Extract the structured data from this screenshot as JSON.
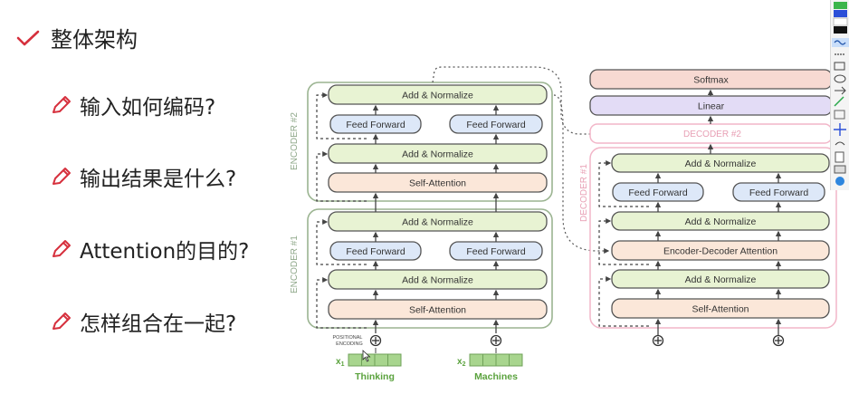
{
  "outline": {
    "title": "整体架构",
    "questions": [
      "输入如何编码?",
      "输出结果是什么?",
      "Attention的目的?",
      "怎样组合在一起?"
    ]
  },
  "encoder2": {
    "label": "ENCODER #2",
    "add_norm_top": "Add & Normalize",
    "ff_left": "Feed Forward",
    "ff_right": "Feed Forward",
    "add_norm_mid": "Add & Normalize",
    "self_attention": "Self-Attention"
  },
  "encoder1": {
    "label": "ENCODER #1",
    "add_norm_top": "Add & Normalize",
    "ff_left": "Feed Forward",
    "ff_right": "Feed Forward",
    "add_norm_mid": "Add & Normalize",
    "self_attention": "Self-Attention"
  },
  "inputs": {
    "positional_encoding": [
      "POSITIONAL",
      "ENCODING"
    ],
    "x1": "x",
    "x1_sub": "1",
    "x2": "x",
    "x2_sub": "2",
    "word1": "Thinking",
    "word2": "Machines"
  },
  "decoder": {
    "softmax": "Softmax",
    "linear": "Linear",
    "decoder2_label": "DECODER #2",
    "decoder1_label": "DECODER #1",
    "add_norm_top": "Add & Normalize",
    "ff_left": "Feed Forward",
    "ff_right": "Feed Forward",
    "add_norm_2": "Add & Normalize",
    "enc_dec_attention": "Encoder-Decoder Attention",
    "add_norm_1": "Add & Normalize",
    "self_attention": "Self-Attention"
  },
  "colors": {
    "encoder_border": "#9bb491",
    "decoder_border": "#f2b6c8",
    "add_norm_fill": "#e8f3d3",
    "feed_forward_fill": "#dde8f8",
    "attention_fill": "#fbe7d9",
    "softmax_fill": "#f7d9d2",
    "linear_fill": "#e3dcf6",
    "embedding_fill": "#a8d58e",
    "word_color": "#5aa23d",
    "check_color": "#d6303d"
  }
}
